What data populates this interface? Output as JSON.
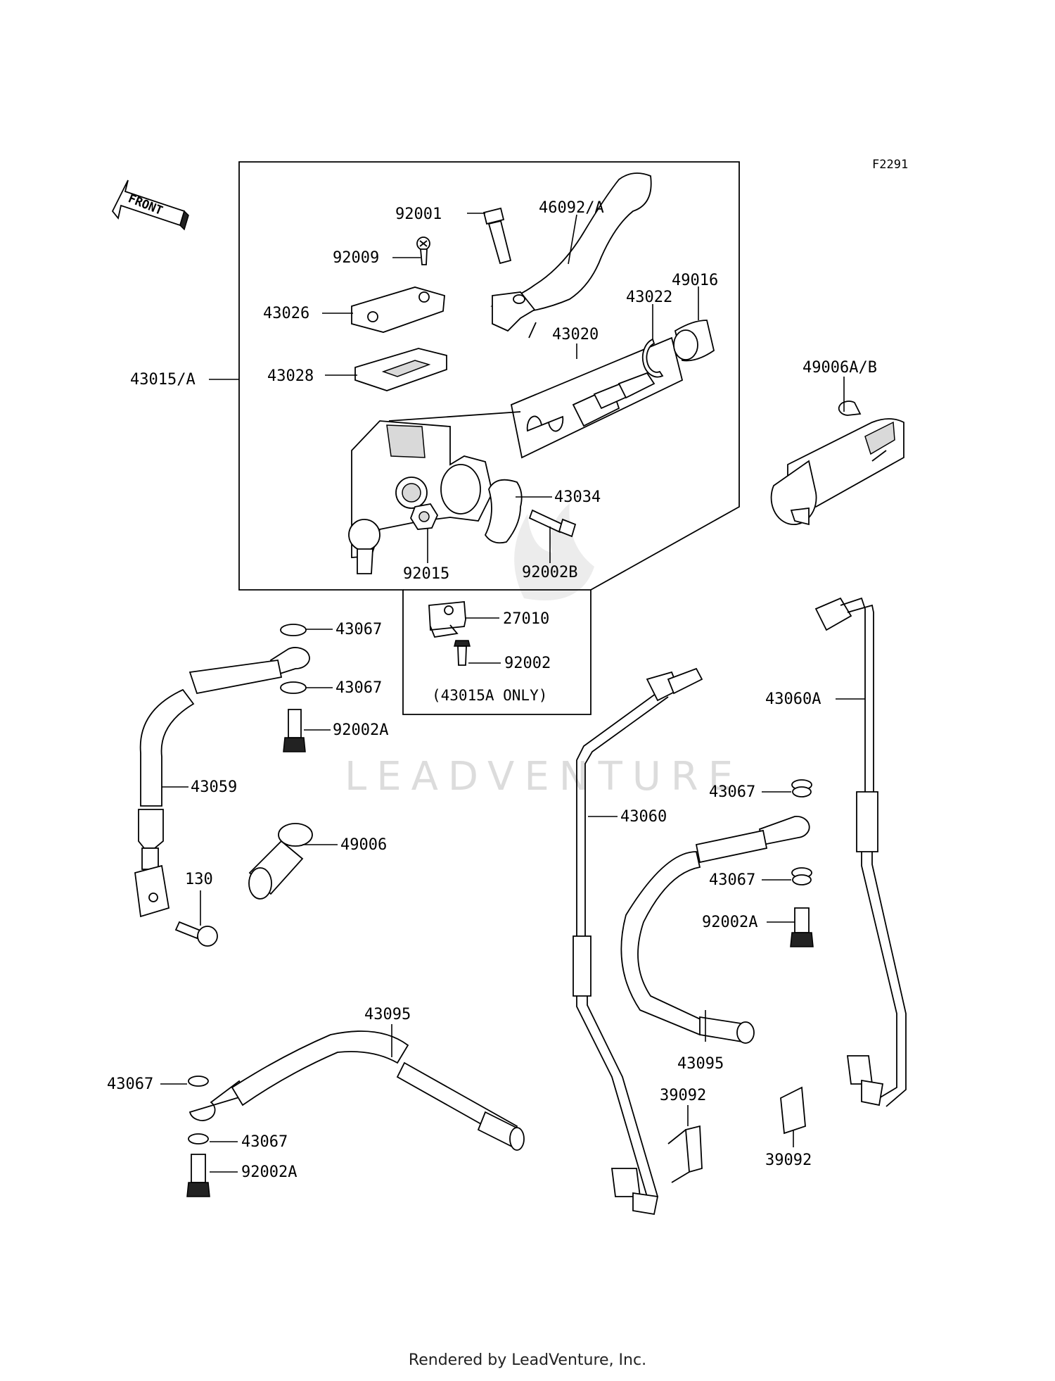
{
  "figure_id": "F2291",
  "front_label": "FRONT",
  "watermark": "LEADVENTURE",
  "footer": "Rendered by LeadVenture, Inc.",
  "note": "(43015A ONLY)",
  "labels": {
    "p92001": "92001",
    "p46092": "46092/A",
    "p92009": "92009",
    "p43026": "43026",
    "p43028": "43028",
    "p43015": "43015/A",
    "p49016": "49016",
    "p43022": "43022",
    "p43020": "43020",
    "p43034": "43034",
    "p92015": "92015",
    "p92002B": "92002B",
    "p49006AB": "49006A/B",
    "p27010": "27010",
    "p92002": "92002",
    "p43067a": "43067",
    "p43067b": "43067",
    "p92002Aa": "92002A",
    "p43059": "43059",
    "p49006": "49006",
    "p130": "130",
    "p43060A": "43060A",
    "p43067c": "43067",
    "p43060": "43060",
    "p43067d": "43067",
    "p92002Ab": "92002A",
    "p43095a": "43095",
    "p43095b": "43095",
    "p39092a": "39092",
    "p39092b": "39092",
    "p43067e": "43067",
    "p43067f": "43067",
    "p92002Ac": "92002A"
  }
}
